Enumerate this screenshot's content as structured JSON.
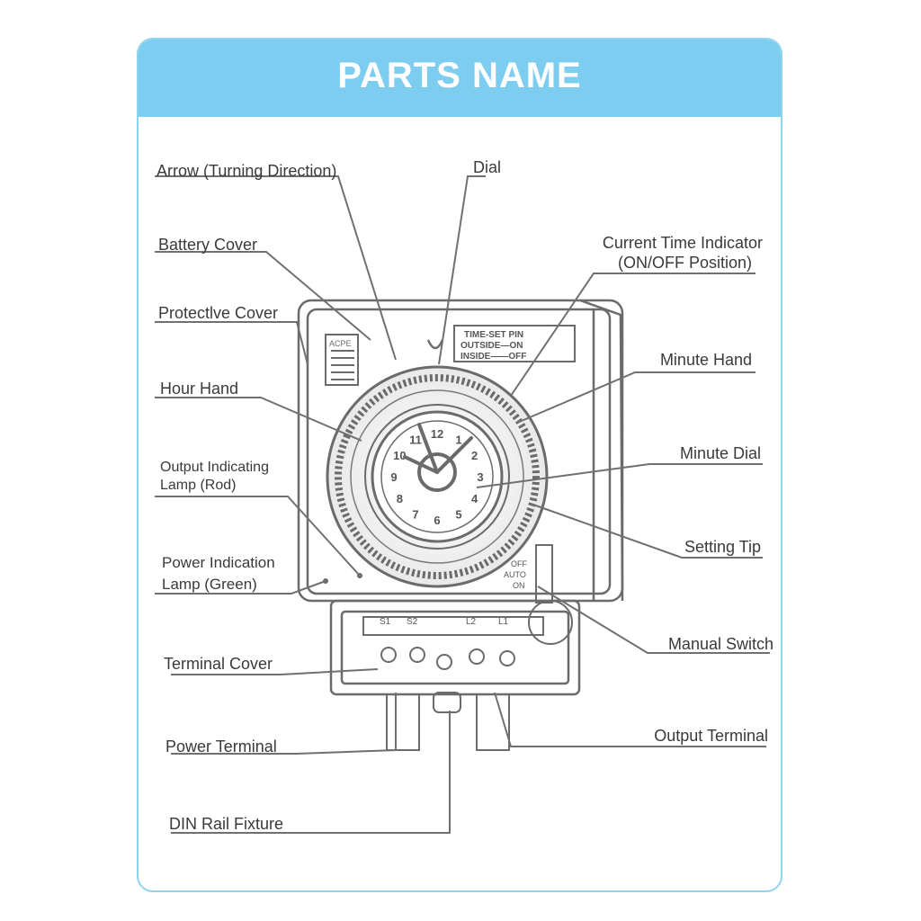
{
  "title": "PARTS NAME",
  "labels": {
    "arrow": "Arrow (Turning Direction)",
    "dial": "Dial",
    "battery_cover": "Battery Cover",
    "current_time_1": "Current Time Indicator",
    "current_time_2": "(ON/OFF Position)",
    "protective_cover": "Protectlve Cover",
    "minute_hand": "Minute  Hand",
    "hour_hand": "Hour  Hand",
    "minute_dial": "Minute  Dial",
    "output_lamp_1": "Output  Indicating",
    "output_lamp_2": "Lamp (Rod)",
    "setting_tip": "Setting Tip",
    "power_lamp_1": "Power  Indication",
    "power_lamp_2": "Lamp (Green)",
    "manual_switch": "Manual Switch",
    "terminal_cover": "Terminal  Cover",
    "output_terminal": "Output Terminal",
    "power_terminal": "Power  Terminal",
    "din_rail": "DIN Rail  Fixture"
  },
  "device_text": {
    "panel_1": "TIME-SET PIN",
    "panel_2": "OUTSIDE—ON",
    "panel_3": "INSIDE——OFF",
    "switch_off": "OFF",
    "switch_auto": "AUTO",
    "switch_on": "ON",
    "s1": "S1",
    "s2": "S2",
    "l2": "L2",
    "l1": "L1",
    "lid_text": "ACPE",
    "numerals": [
      "12",
      "1",
      "2",
      "3",
      "4",
      "5",
      "6",
      "7",
      "8",
      "9",
      "10",
      "11"
    ]
  }
}
